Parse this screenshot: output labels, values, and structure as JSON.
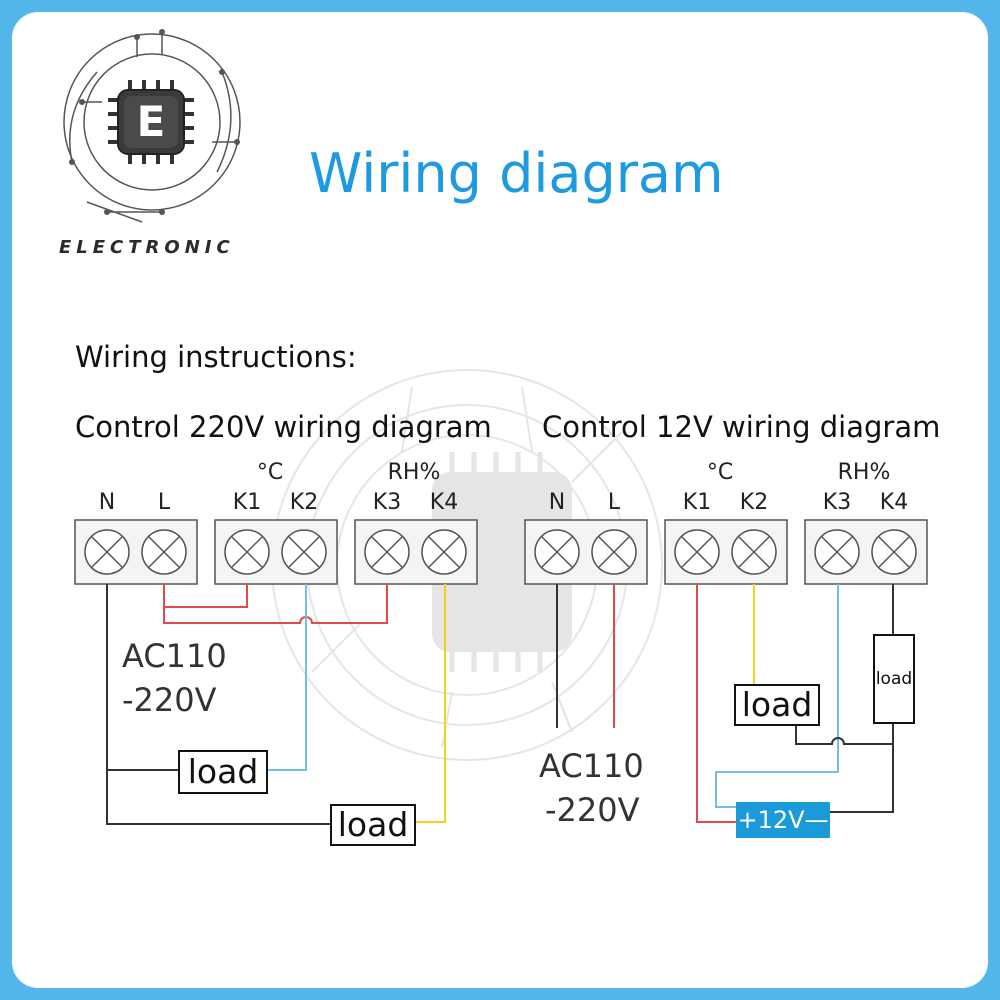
{
  "brand": {
    "wordmark": "ELECTRONIC",
    "logo_letter": "E"
  },
  "title": "Wiring diagram",
  "instructions_heading": "Wiring instructions:",
  "left_diagram": {
    "title": "Control 220V wiring diagram",
    "group_temp": "°C",
    "group_humidity": "RH%",
    "terminals": [
      "N",
      "L",
      "K1",
      "K2",
      "K3",
      "K4"
    ],
    "supply": [
      "AC110",
      "-220V"
    ],
    "loads": [
      "load",
      "load"
    ]
  },
  "right_diagram": {
    "title": "Control 12V wiring diagram",
    "group_temp": "°C",
    "group_humidity": "RH%",
    "terminals": [
      "N",
      "L",
      "K1",
      "K2",
      "K3",
      "K4"
    ],
    "supply": [
      "AC110",
      "-220V"
    ],
    "loads": [
      "load",
      "load"
    ],
    "battery": "+12V—"
  },
  "colors": {
    "title_blue": "#1e9ae0",
    "frame_blue": "#52b6ea",
    "wire_black": "#333333",
    "wire_red": "#e04a4a",
    "wire_blue": "#6fbfe8",
    "wire_yellow": "#f2d21b",
    "battery_blue": "#1b9ad9"
  }
}
